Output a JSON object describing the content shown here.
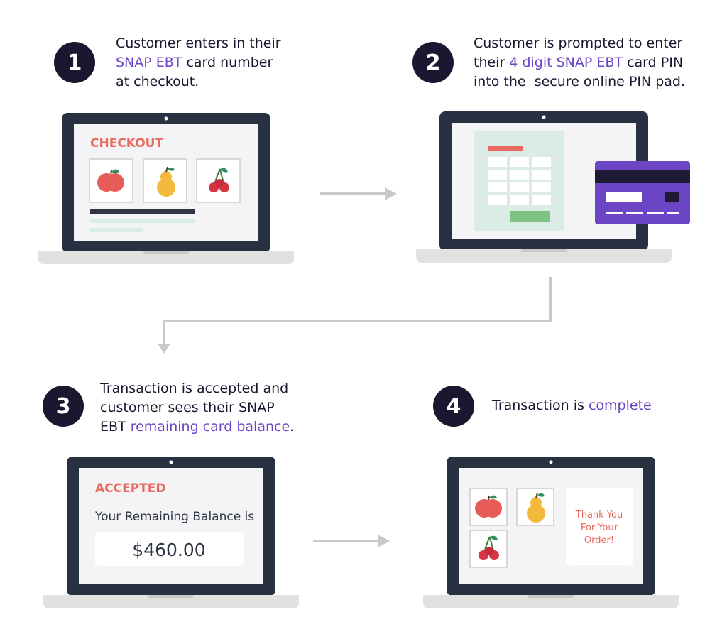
{
  "steps": [
    {
      "number": "1",
      "parts": [
        "Customer enters in their",
        "SNAP EBT",
        "card number",
        "at checkout."
      ]
    },
    {
      "number": "2",
      "parts": [
        "Customer is prompted to enter",
        "their",
        "4 digit SNAP EBT",
        "card PIN",
        "into the  secure online PIN pad."
      ]
    },
    {
      "number": "3",
      "parts": [
        "Transaction is accepted and",
        "customer sees their SNAP",
        "EBT",
        "remaining card balance",
        "."
      ]
    },
    {
      "number": "4",
      "parts": [
        "Transaction is",
        "complete"
      ]
    }
  ],
  "screens": {
    "checkout_label": "CHECKOUT",
    "accepted_label": "ACCEPTED",
    "balance_label": "Your Remaining Balance is",
    "balance_value": "$460.00",
    "thank_you_lines": [
      "Thank You",
      "For Your",
      "Order!"
    ]
  },
  "colors": {
    "dark": "#1b1730",
    "highlight": "#6c45c4",
    "accent_red": "#ea6a60",
    "laptop_bezel": "#283141",
    "laptop_base": "#e1e1e1",
    "screen_bg": "#f4f4f6",
    "pinpad_bg": "#dbece7",
    "pin_ok": "#7dc383",
    "card_purple": "#6c45c4",
    "arrow_grey": "#c9c9c9"
  },
  "icons": [
    "apple-icon",
    "pear-icon",
    "cherry-icon",
    "credit-card-icon"
  ]
}
